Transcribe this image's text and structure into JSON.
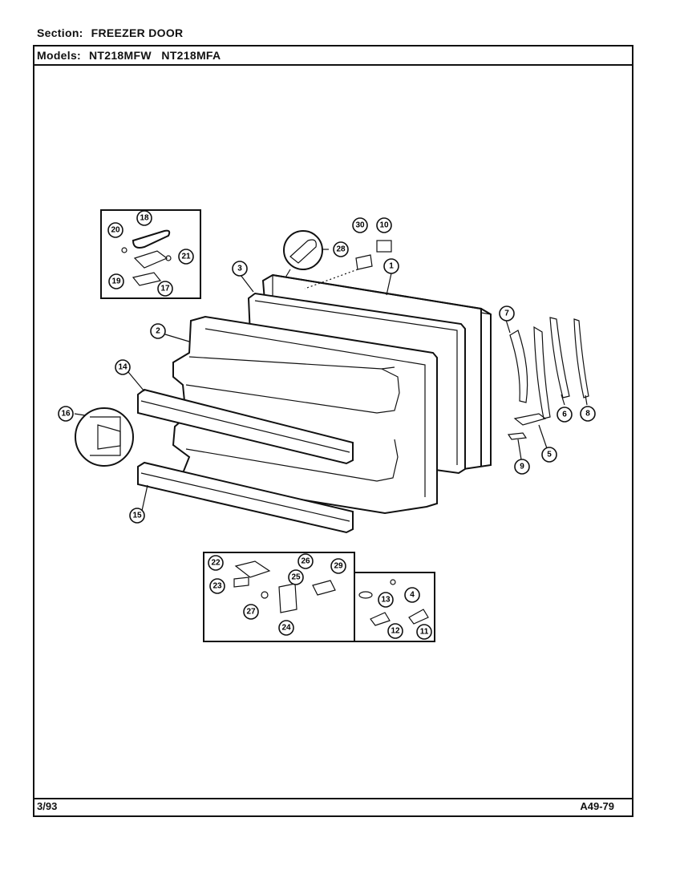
{
  "header": {
    "section_label": "Section:",
    "section_value": "FREEZER DOOR",
    "models_label": "Models:",
    "models_value": "NT218MFW   NT218MFA"
  },
  "footer": {
    "date": "3/93",
    "code": "A49-79"
  },
  "callouts": {
    "c1": "1",
    "c2": "2",
    "c3": "3",
    "c4": "4",
    "c5": "5",
    "c6": "6",
    "c7": "7",
    "c8": "8",
    "c9": "9",
    "c10": "10",
    "c11": "11",
    "c12": "12",
    "c13": "13",
    "c14": "14",
    "c15": "15",
    "c16": "16",
    "c17": "17",
    "c18": "18",
    "c19": "19",
    "c20": "20",
    "c21": "21",
    "c22": "22",
    "c23": "23",
    "c24": "24",
    "c25": "25",
    "c26": "26",
    "c27": "27",
    "c28": "28",
    "c29": "29",
    "c30": "30"
  }
}
